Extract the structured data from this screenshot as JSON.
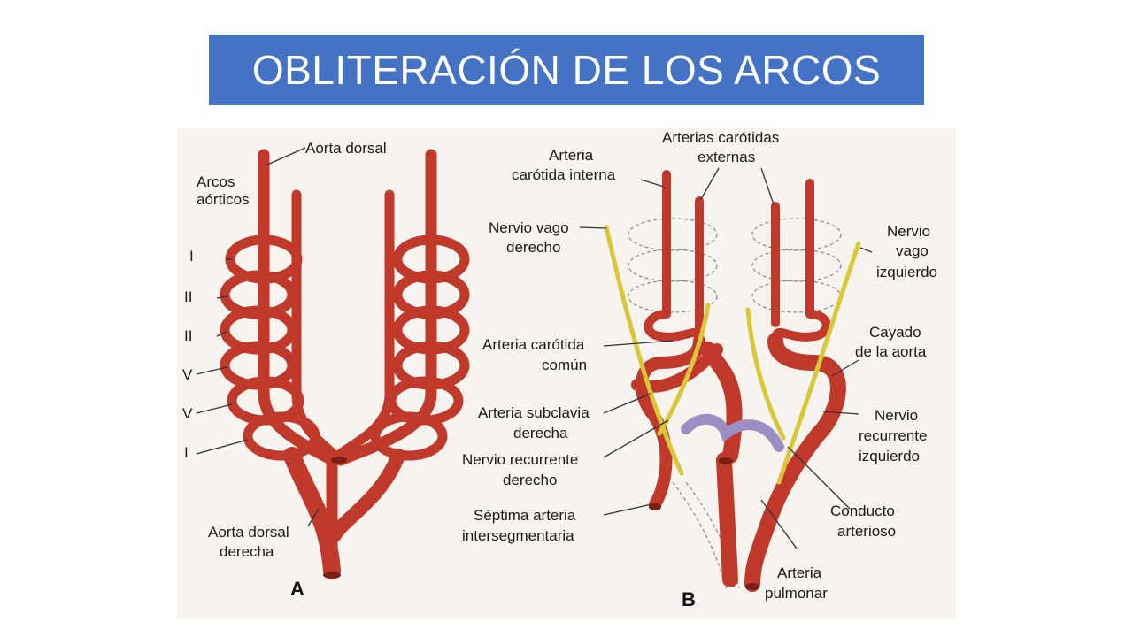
{
  "slide": {
    "title": "OBLITERACIÓN DE LOS ARCOS"
  },
  "colors": {
    "title_bg": "#4472c4",
    "title_text": "#ffffff",
    "artery": "#c0392b",
    "nerve": "#d9c736",
    "ductus": "#9b8ec4"
  },
  "panel_a": {
    "letter": "A",
    "labels": {
      "aorta_dorsal": "Aorta dorsal",
      "arcos_line1": "Arcos",
      "arcos_line2": "aórticos",
      "aorta_dorsal_derecha_1": "Aorta dorsal",
      "aorta_dorsal_derecha_2": "derecha"
    },
    "arch_numerals": [
      "I",
      "II",
      "II",
      "V",
      "V",
      "I"
    ]
  },
  "panel_b": {
    "letter": "B",
    "labels": {
      "carotida_interna_1": "Arteria",
      "carotida_interna_2": "carótida interna",
      "carotidas_externas_1": "Arterias carótidas",
      "carotidas_externas_2": "externas",
      "vago_der_1": "Nervio vago",
      "vago_der_2": "derecho",
      "vago_izq_1": "Nervio",
      "vago_izq_2": "vago",
      "vago_izq_3": "izquierdo",
      "carotida_comun_1": "Arteria carótida",
      "carotida_comun_2": "común",
      "cayado_1": "Cayado",
      "cayado_2": "de la aorta",
      "subclavia_1": "Arteria subclavia",
      "subclavia_2": "derecha",
      "recurrente_izq_1": "Nervio",
      "recurrente_izq_2": "recurrente",
      "recurrente_izq_3": "izquierdo",
      "recurrente_der_1": "Nervio recurrente",
      "recurrente_der_2": "derecho",
      "conducto_1": "Conducto",
      "conducto_2": "arterioso",
      "septima_1": "Séptima arteria",
      "septima_2": "intersegmentaria",
      "pulmonar_1": "Arteria",
      "pulmonar_2": "pulmonar"
    }
  }
}
